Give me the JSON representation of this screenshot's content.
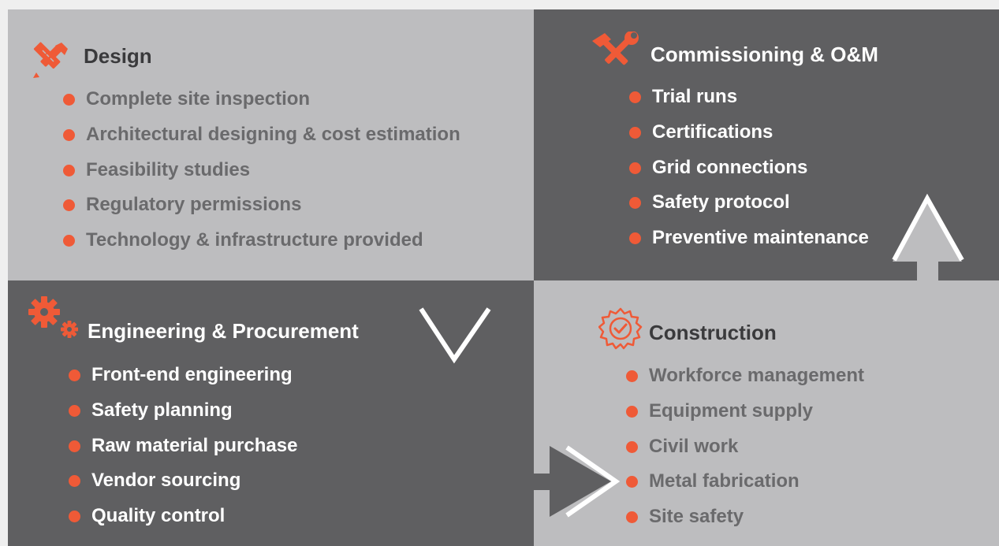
{
  "accent_color": "#ef5a37",
  "dark_panel_color": "#5f5f61",
  "light_panel_color": "#bdbdbf",
  "sections": {
    "design": {
      "icon": "pencil-ruler-icon",
      "title": "Design",
      "items": [
        "Complete site inspection",
        "Architectural designing & cost estimation",
        "Feasibility studies",
        "Regulatory permissions",
        "Technology & infrastructure provided"
      ]
    },
    "commissioning": {
      "icon": "hammer-wrench-icon",
      "title": "Commissioning & O&M",
      "items": [
        "Trial runs",
        "Certifications",
        "Grid connections",
        "Safety protocol",
        "Preventive maintenance"
      ]
    },
    "engineering": {
      "icon": "gears-icon",
      "title": "Engineering & Procurement",
      "items": [
        "Front-end engineering",
        "Safety planning",
        "Raw material purchase",
        "Vendor sourcing",
        "Quality control"
      ]
    },
    "construction": {
      "icon": "badge-check-icon",
      "title": "Construction",
      "items": [
        "Workforce management",
        "Equipment supply",
        "Civil work",
        "Metal fabrication",
        "Site safety"
      ]
    }
  },
  "flow_arrows": [
    "arrow-down",
    "arrow-right",
    "arrow-up"
  ]
}
